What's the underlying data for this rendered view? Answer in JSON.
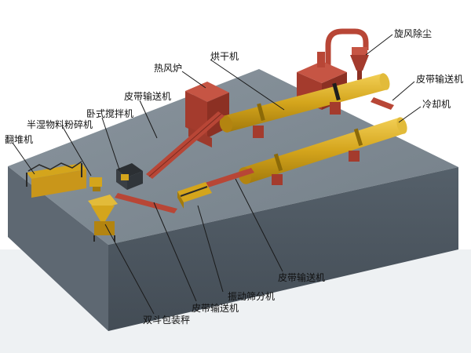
{
  "labels": {
    "cyclone_dust_collector": "旋风除尘",
    "hot_air_furnace": "热风炉",
    "dryer": "烘干机",
    "belt_conveyor_cooler": "皮带输送机",
    "cooler": "冷却机",
    "belt_conveyor_mixer": "皮带输送机",
    "vertical_mixer": "卧式搅拌机",
    "semi_wet_crusher": "半湿物料粉碎机",
    "turner": "翻堆机",
    "belt_conveyor_bottom_right": "皮带输送机",
    "vibrating_screen": "振动筛分机",
    "belt_conveyor_bottom": "皮带输送机",
    "double_bucket_packer": "双斗包装秤"
  },
  "colors": {
    "platform_top": "#7f8a93",
    "platform_front": "#4d5761",
    "platform_side": "#5e6872",
    "equipment_red": "#b84636",
    "equipment_yellow": "#d4a51c",
    "leader_line": "#1a1a1a",
    "floor": "#eef1f3"
  }
}
